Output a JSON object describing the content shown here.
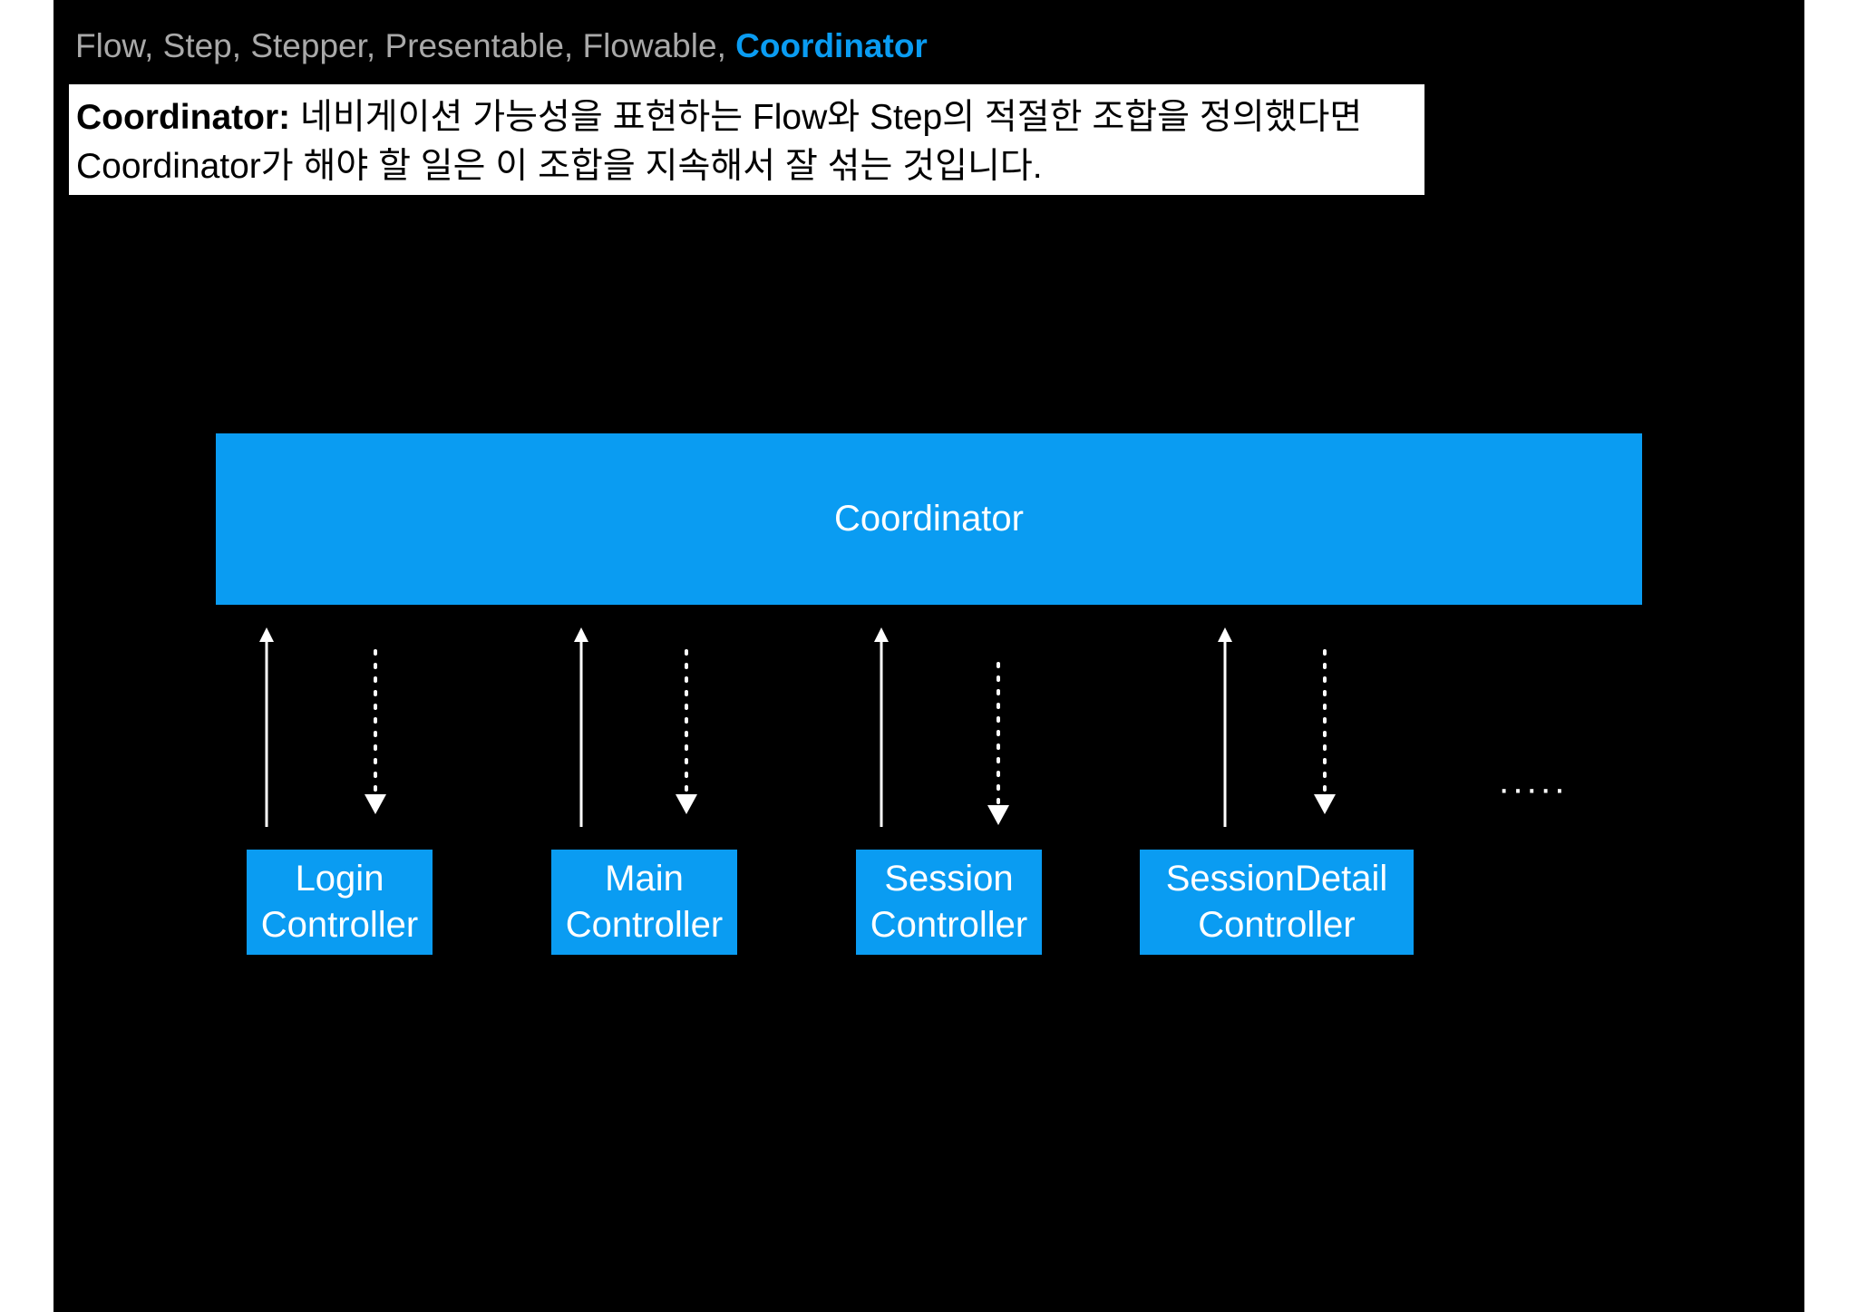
{
  "breadcrumb": {
    "items": [
      "Flow",
      "Step",
      "Stepper",
      "Presentable",
      "Flowable"
    ],
    "separator": ", ",
    "active": "Coordinator"
  },
  "callout": {
    "term": "Coordinator:",
    "line1_rest": " 네비게이션 가능성을 표현하는 Flow와 Step의 적절한 조합을 정의했다면",
    "line2": "Coordinator가 해야 할 일은 이 조합을 지속해서 잘 섞는 것입니다."
  },
  "diagram": {
    "coordinator_label": "Coordinator",
    "controllers": [
      {
        "line1": "Login",
        "line2": "Controller"
      },
      {
        "line1": "Main",
        "line2": "Controller"
      },
      {
        "line1": "Session",
        "line2": "Controller"
      },
      {
        "line1": "SessionDetail",
        "line2": "Controller"
      }
    ],
    "more": "·····"
  },
  "colors": {
    "accent": "#0a9cf2",
    "background": "#000000",
    "breadcrumb_text": "#a9a9a9"
  }
}
